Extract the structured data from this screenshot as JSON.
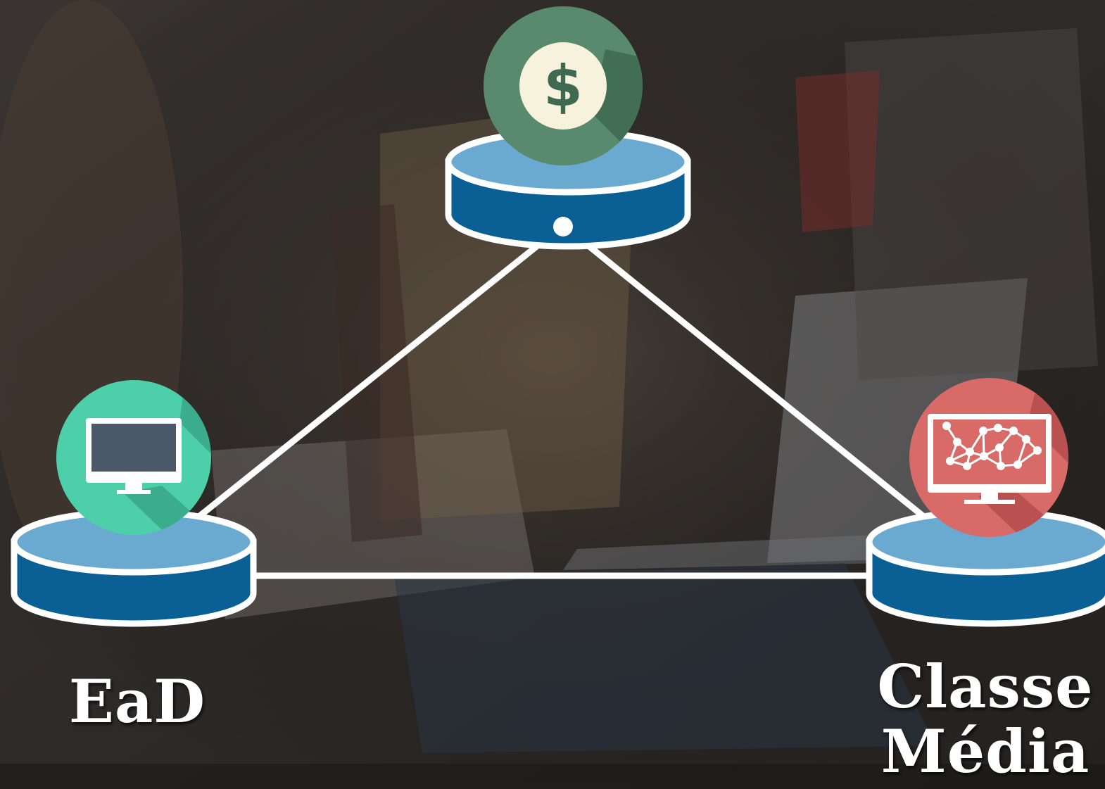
{
  "nodes": {
    "ead": {
      "label": "EaD",
      "icon": "monitor-icon",
      "color": "#4dcfaa"
    },
    "money": {
      "label": "",
      "icon": "dollar-coin-icon",
      "color": "#5a8a6d"
    },
    "classe": {
      "label_line1": "Classe",
      "label_line2": "Média",
      "icon": "network-monitor-icon",
      "color": "#d86a67"
    }
  },
  "colors": {
    "disc_top": "#6aaad0",
    "disc_side": "#0a5f95",
    "lines": "#ffffff"
  }
}
